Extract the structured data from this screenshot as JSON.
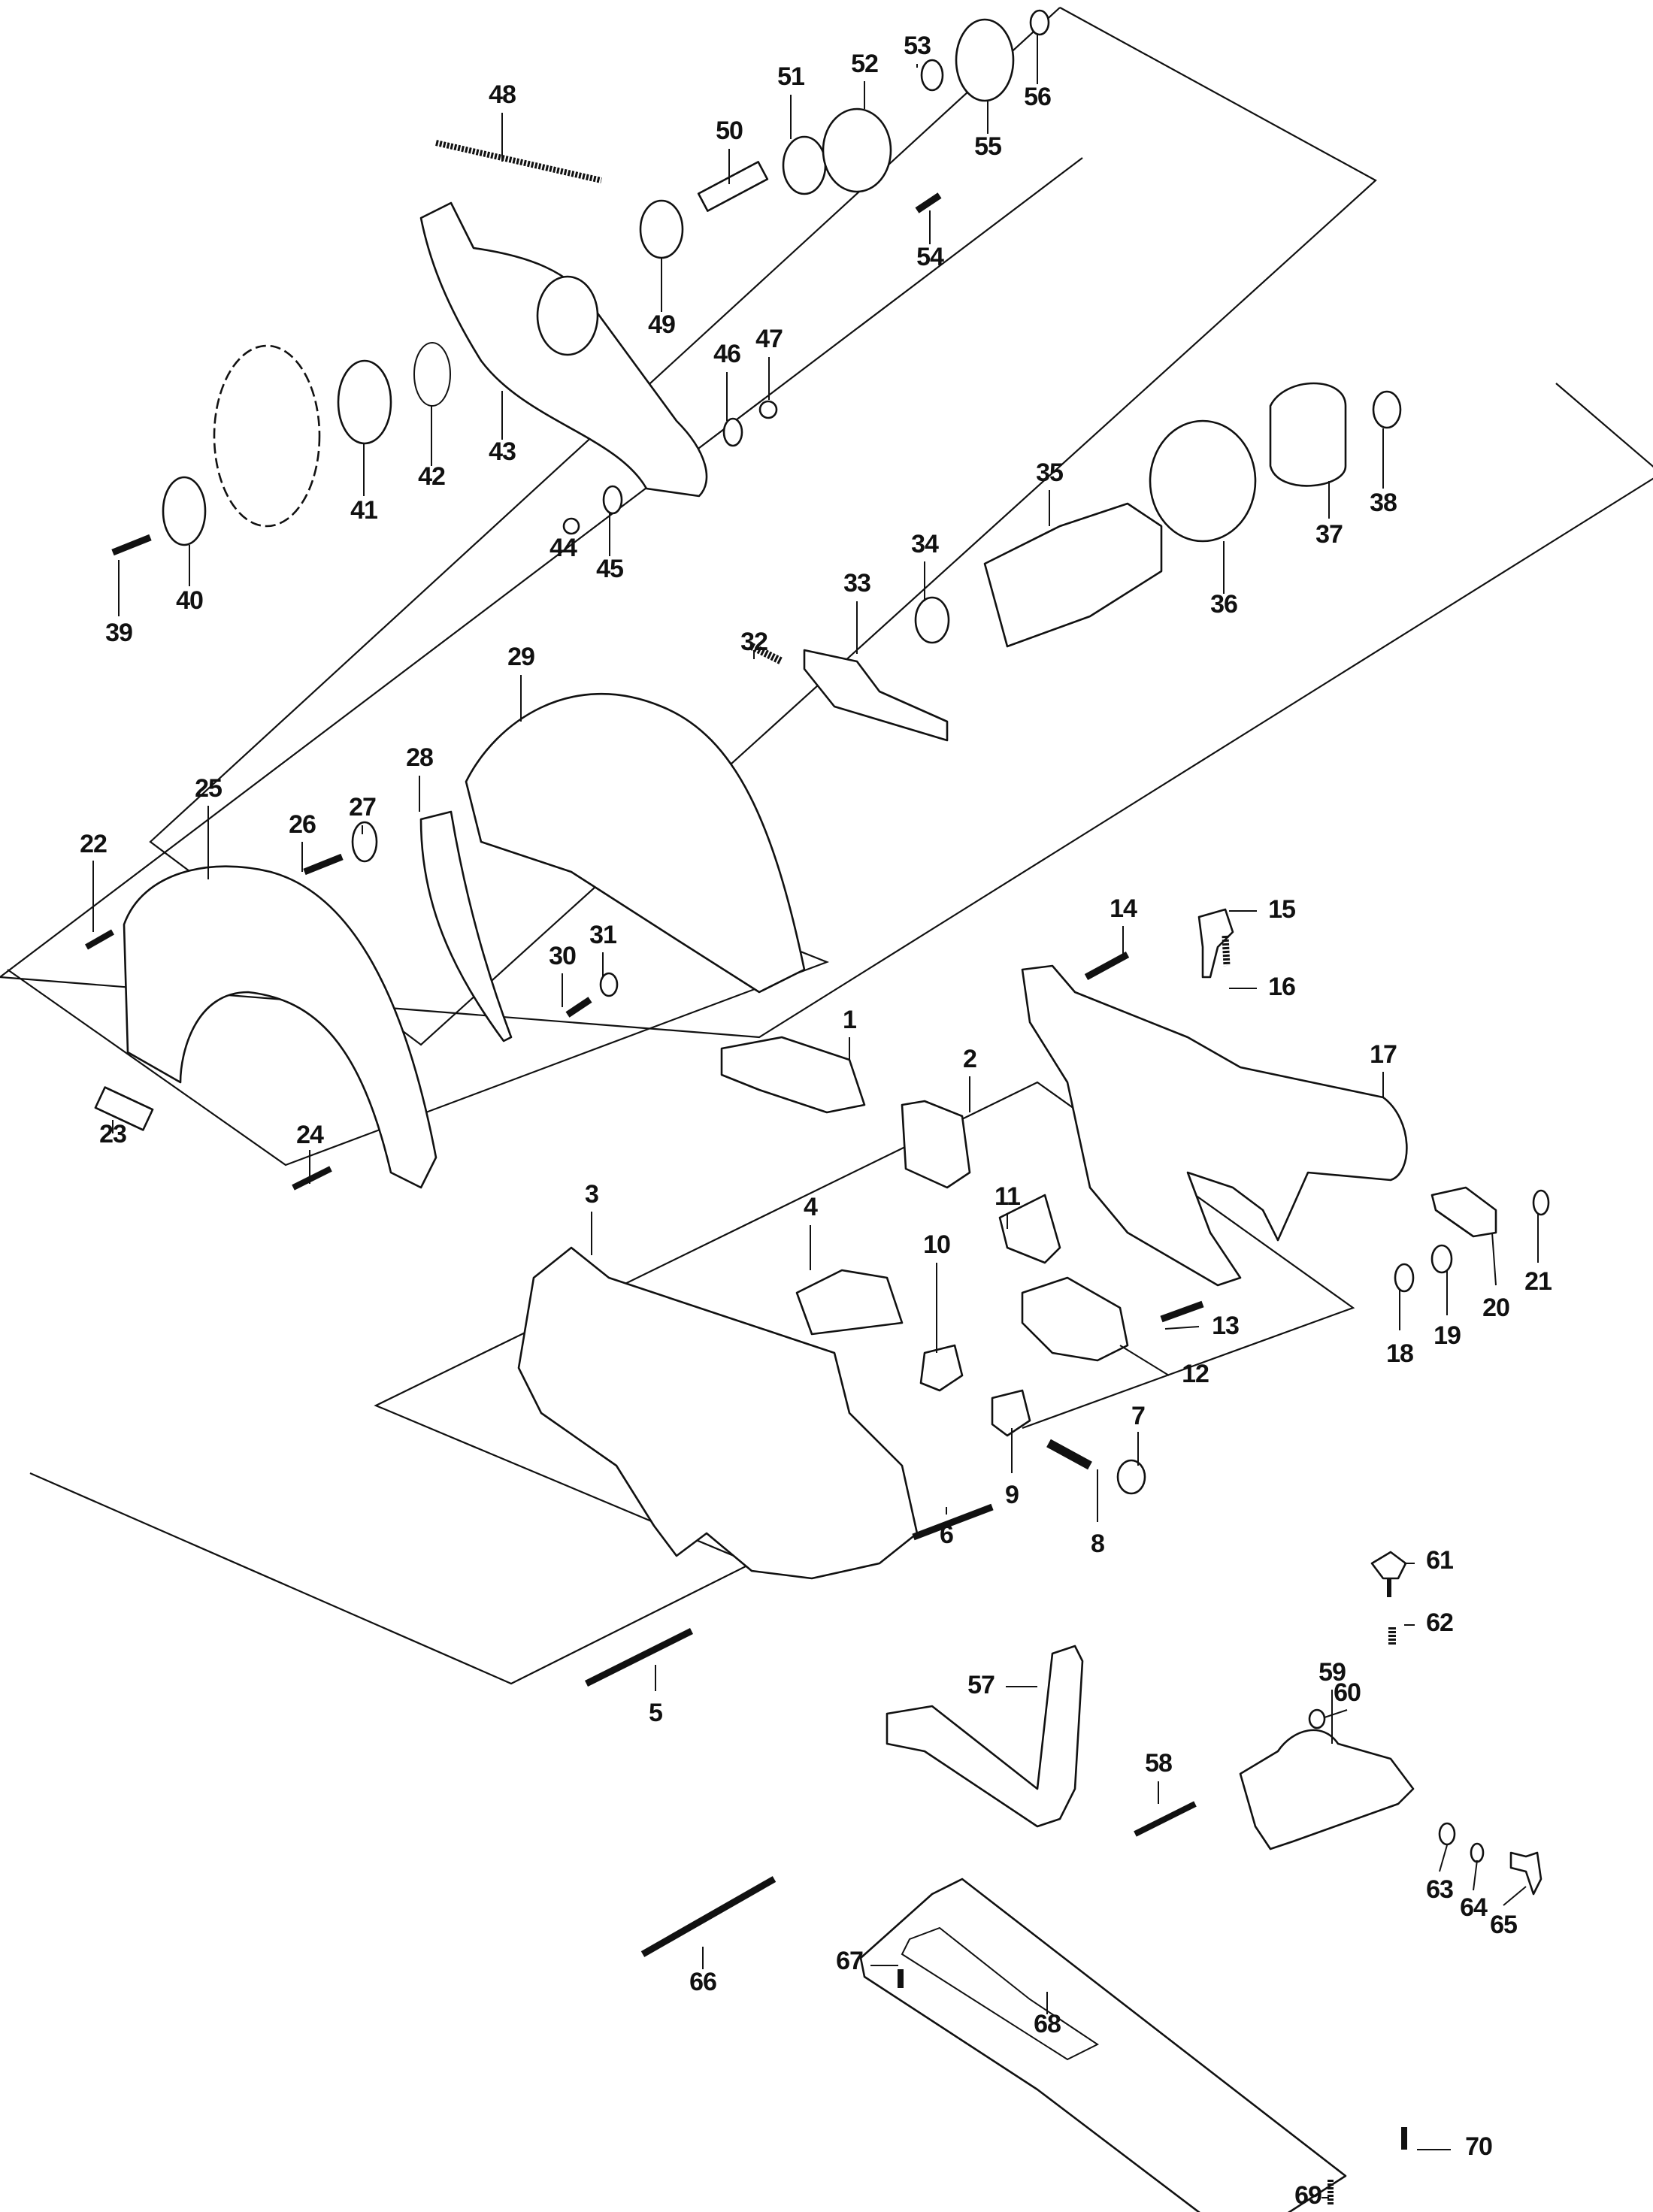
{
  "diagram": {
    "type": "exploded-parts-diagram",
    "subject": "circular saw",
    "colors": {
      "background": "#ffffff",
      "line": "#111111"
    },
    "callouts": [
      {
        "id": "1",
        "label": "1"
      },
      {
        "id": "2",
        "label": "2"
      },
      {
        "id": "3",
        "label": "3"
      },
      {
        "id": "4",
        "label": "4"
      },
      {
        "id": "5",
        "label": "5"
      },
      {
        "id": "6",
        "label": "6"
      },
      {
        "id": "7",
        "label": "7"
      },
      {
        "id": "8",
        "label": "8"
      },
      {
        "id": "9",
        "label": "9"
      },
      {
        "id": "10",
        "label": "10"
      },
      {
        "id": "11",
        "label": "11"
      },
      {
        "id": "12",
        "label": "12"
      },
      {
        "id": "13",
        "label": "13"
      },
      {
        "id": "14",
        "label": "14"
      },
      {
        "id": "15",
        "label": "15"
      },
      {
        "id": "16",
        "label": "16"
      },
      {
        "id": "17",
        "label": "17"
      },
      {
        "id": "18",
        "label": "18"
      },
      {
        "id": "19",
        "label": "19"
      },
      {
        "id": "20",
        "label": "20"
      },
      {
        "id": "21",
        "label": "21"
      },
      {
        "id": "22",
        "label": "22"
      },
      {
        "id": "23",
        "label": "23"
      },
      {
        "id": "24",
        "label": "24"
      },
      {
        "id": "25",
        "label": "25"
      },
      {
        "id": "26",
        "label": "26"
      },
      {
        "id": "27",
        "label": "27"
      },
      {
        "id": "28",
        "label": "28"
      },
      {
        "id": "29",
        "label": "29"
      },
      {
        "id": "30",
        "label": "30"
      },
      {
        "id": "31",
        "label": "31"
      },
      {
        "id": "32",
        "label": "32"
      },
      {
        "id": "33",
        "label": "33"
      },
      {
        "id": "34",
        "label": "34"
      },
      {
        "id": "35",
        "label": "35"
      },
      {
        "id": "36",
        "label": "36"
      },
      {
        "id": "37",
        "label": "37"
      },
      {
        "id": "38",
        "label": "38"
      },
      {
        "id": "39",
        "label": "39"
      },
      {
        "id": "40",
        "label": "40"
      },
      {
        "id": "41",
        "label": "41"
      },
      {
        "id": "42",
        "label": "42"
      },
      {
        "id": "43",
        "label": "43"
      },
      {
        "id": "44",
        "label": "44"
      },
      {
        "id": "45",
        "label": "45"
      },
      {
        "id": "46",
        "label": "46"
      },
      {
        "id": "47",
        "label": "47"
      },
      {
        "id": "48",
        "label": "48"
      },
      {
        "id": "49",
        "label": "49"
      },
      {
        "id": "50",
        "label": "50"
      },
      {
        "id": "51",
        "label": "51"
      },
      {
        "id": "52",
        "label": "52"
      },
      {
        "id": "53",
        "label": "53"
      },
      {
        "id": "54",
        "label": "54"
      },
      {
        "id": "55",
        "label": "55"
      },
      {
        "id": "56",
        "label": "56"
      },
      {
        "id": "57",
        "label": "57"
      },
      {
        "id": "58",
        "label": "58"
      },
      {
        "id": "59",
        "label": "59"
      },
      {
        "id": "60",
        "label": "60"
      },
      {
        "id": "61",
        "label": "61"
      },
      {
        "id": "62",
        "label": "62"
      },
      {
        "id": "63",
        "label": "63"
      },
      {
        "id": "64",
        "label": "64"
      },
      {
        "id": "65",
        "label": "65"
      },
      {
        "id": "66",
        "label": "66"
      },
      {
        "id": "67",
        "label": "67"
      },
      {
        "id": "68",
        "label": "68"
      },
      {
        "id": "69",
        "label": "69"
      },
      {
        "id": "70",
        "label": "70"
      }
    ]
  }
}
